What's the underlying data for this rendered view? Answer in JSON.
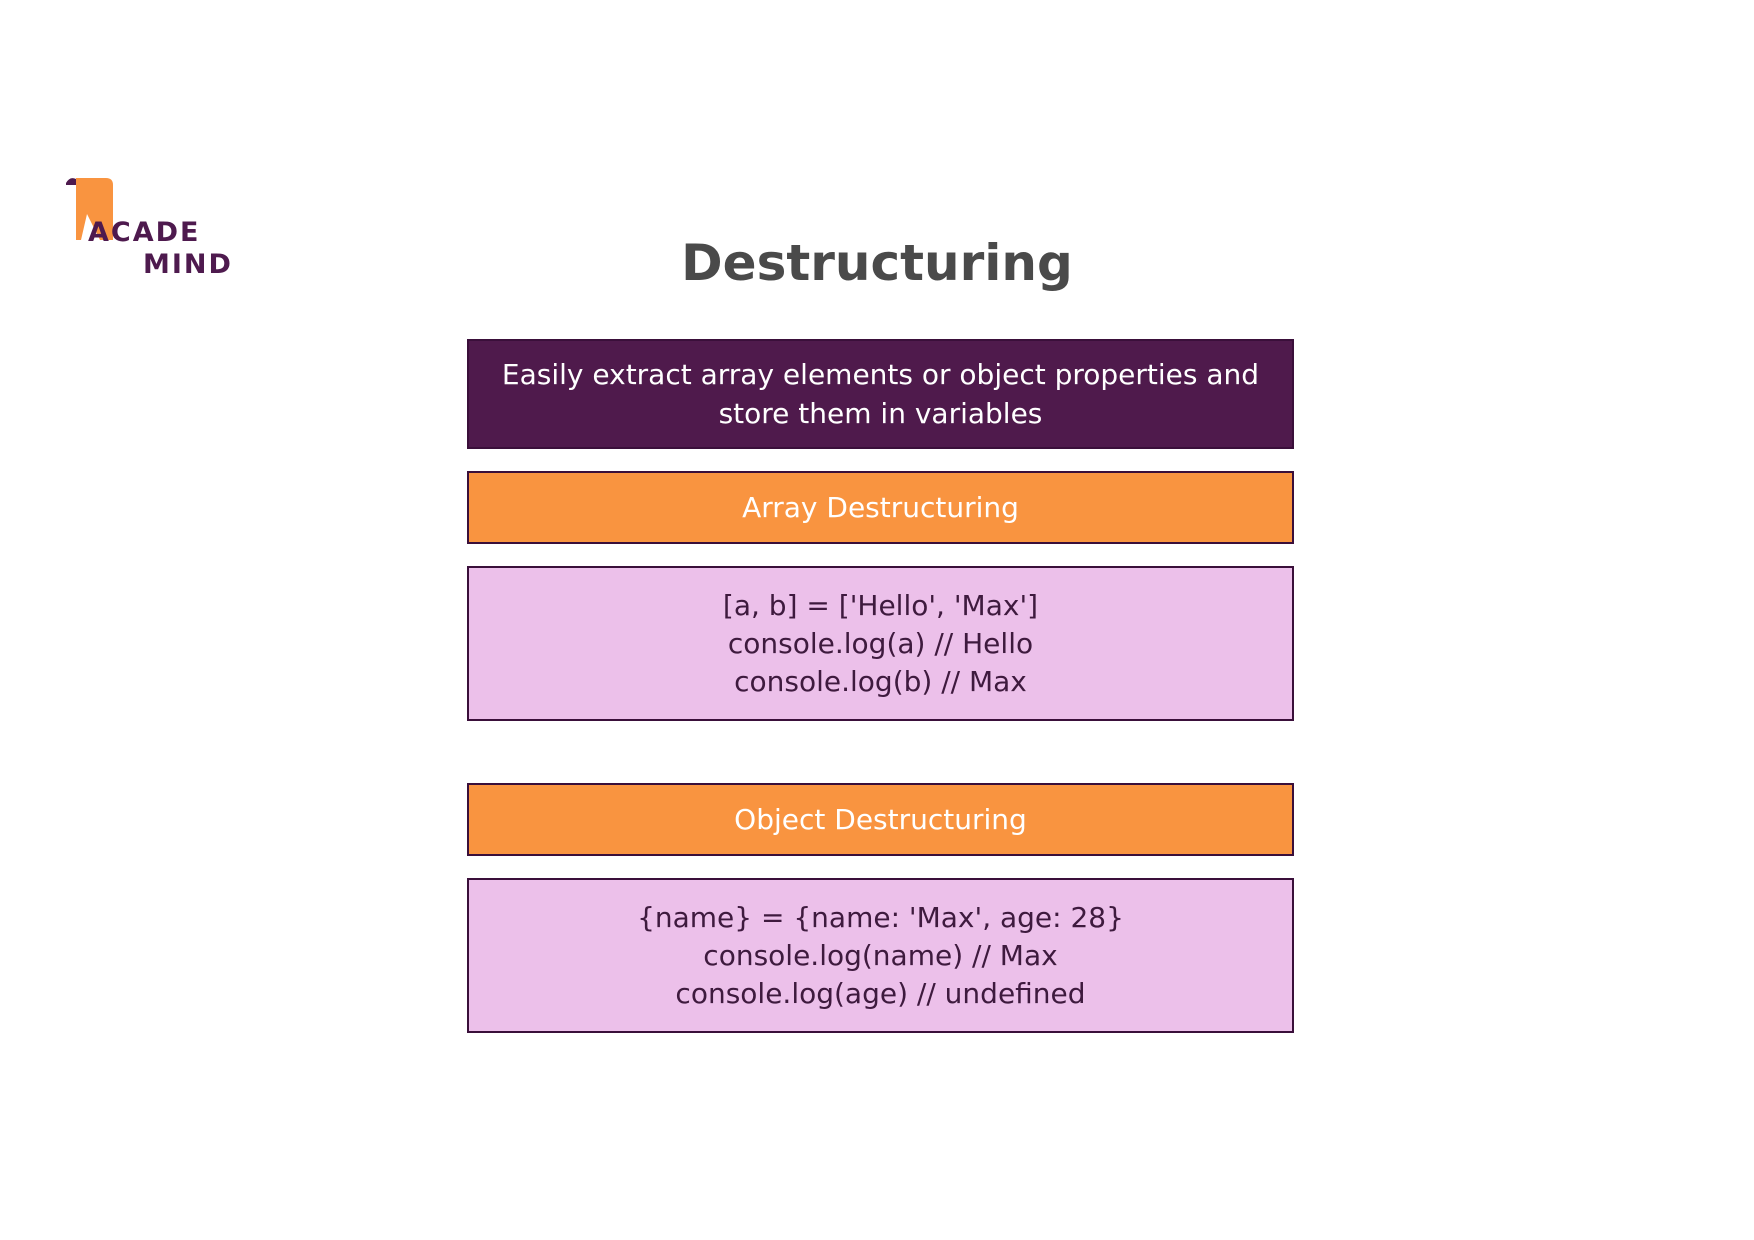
{
  "logo": {
    "line1": "ACADE",
    "line2": "MIND",
    "colors": {
      "mark": "#f99440",
      "text": "#4e1a4e"
    }
  },
  "title": "Destructuring",
  "intro": {
    "text": "Easily extract array elements or object properties and store them in variables"
  },
  "array_section": {
    "heading": "Array Destructuring",
    "code": [
      "[a, b] = ['Hello', 'Max']",
      "console.log(a) // Hello",
      "console.log(b) // Max"
    ]
  },
  "object_section": {
    "heading": "Object Destructuring",
    "code": [
      "{name} = {name: 'Max', age: 28}",
      "console.log(name) // Max",
      "console.log(age) // undefined"
    ]
  },
  "colors": {
    "intro_bg": "#4f1a4c",
    "heading_bg": "#f99440",
    "code_bg": "#ecc0ea",
    "border": "#3a0f3a",
    "title_text": "#4a4a4a"
  }
}
